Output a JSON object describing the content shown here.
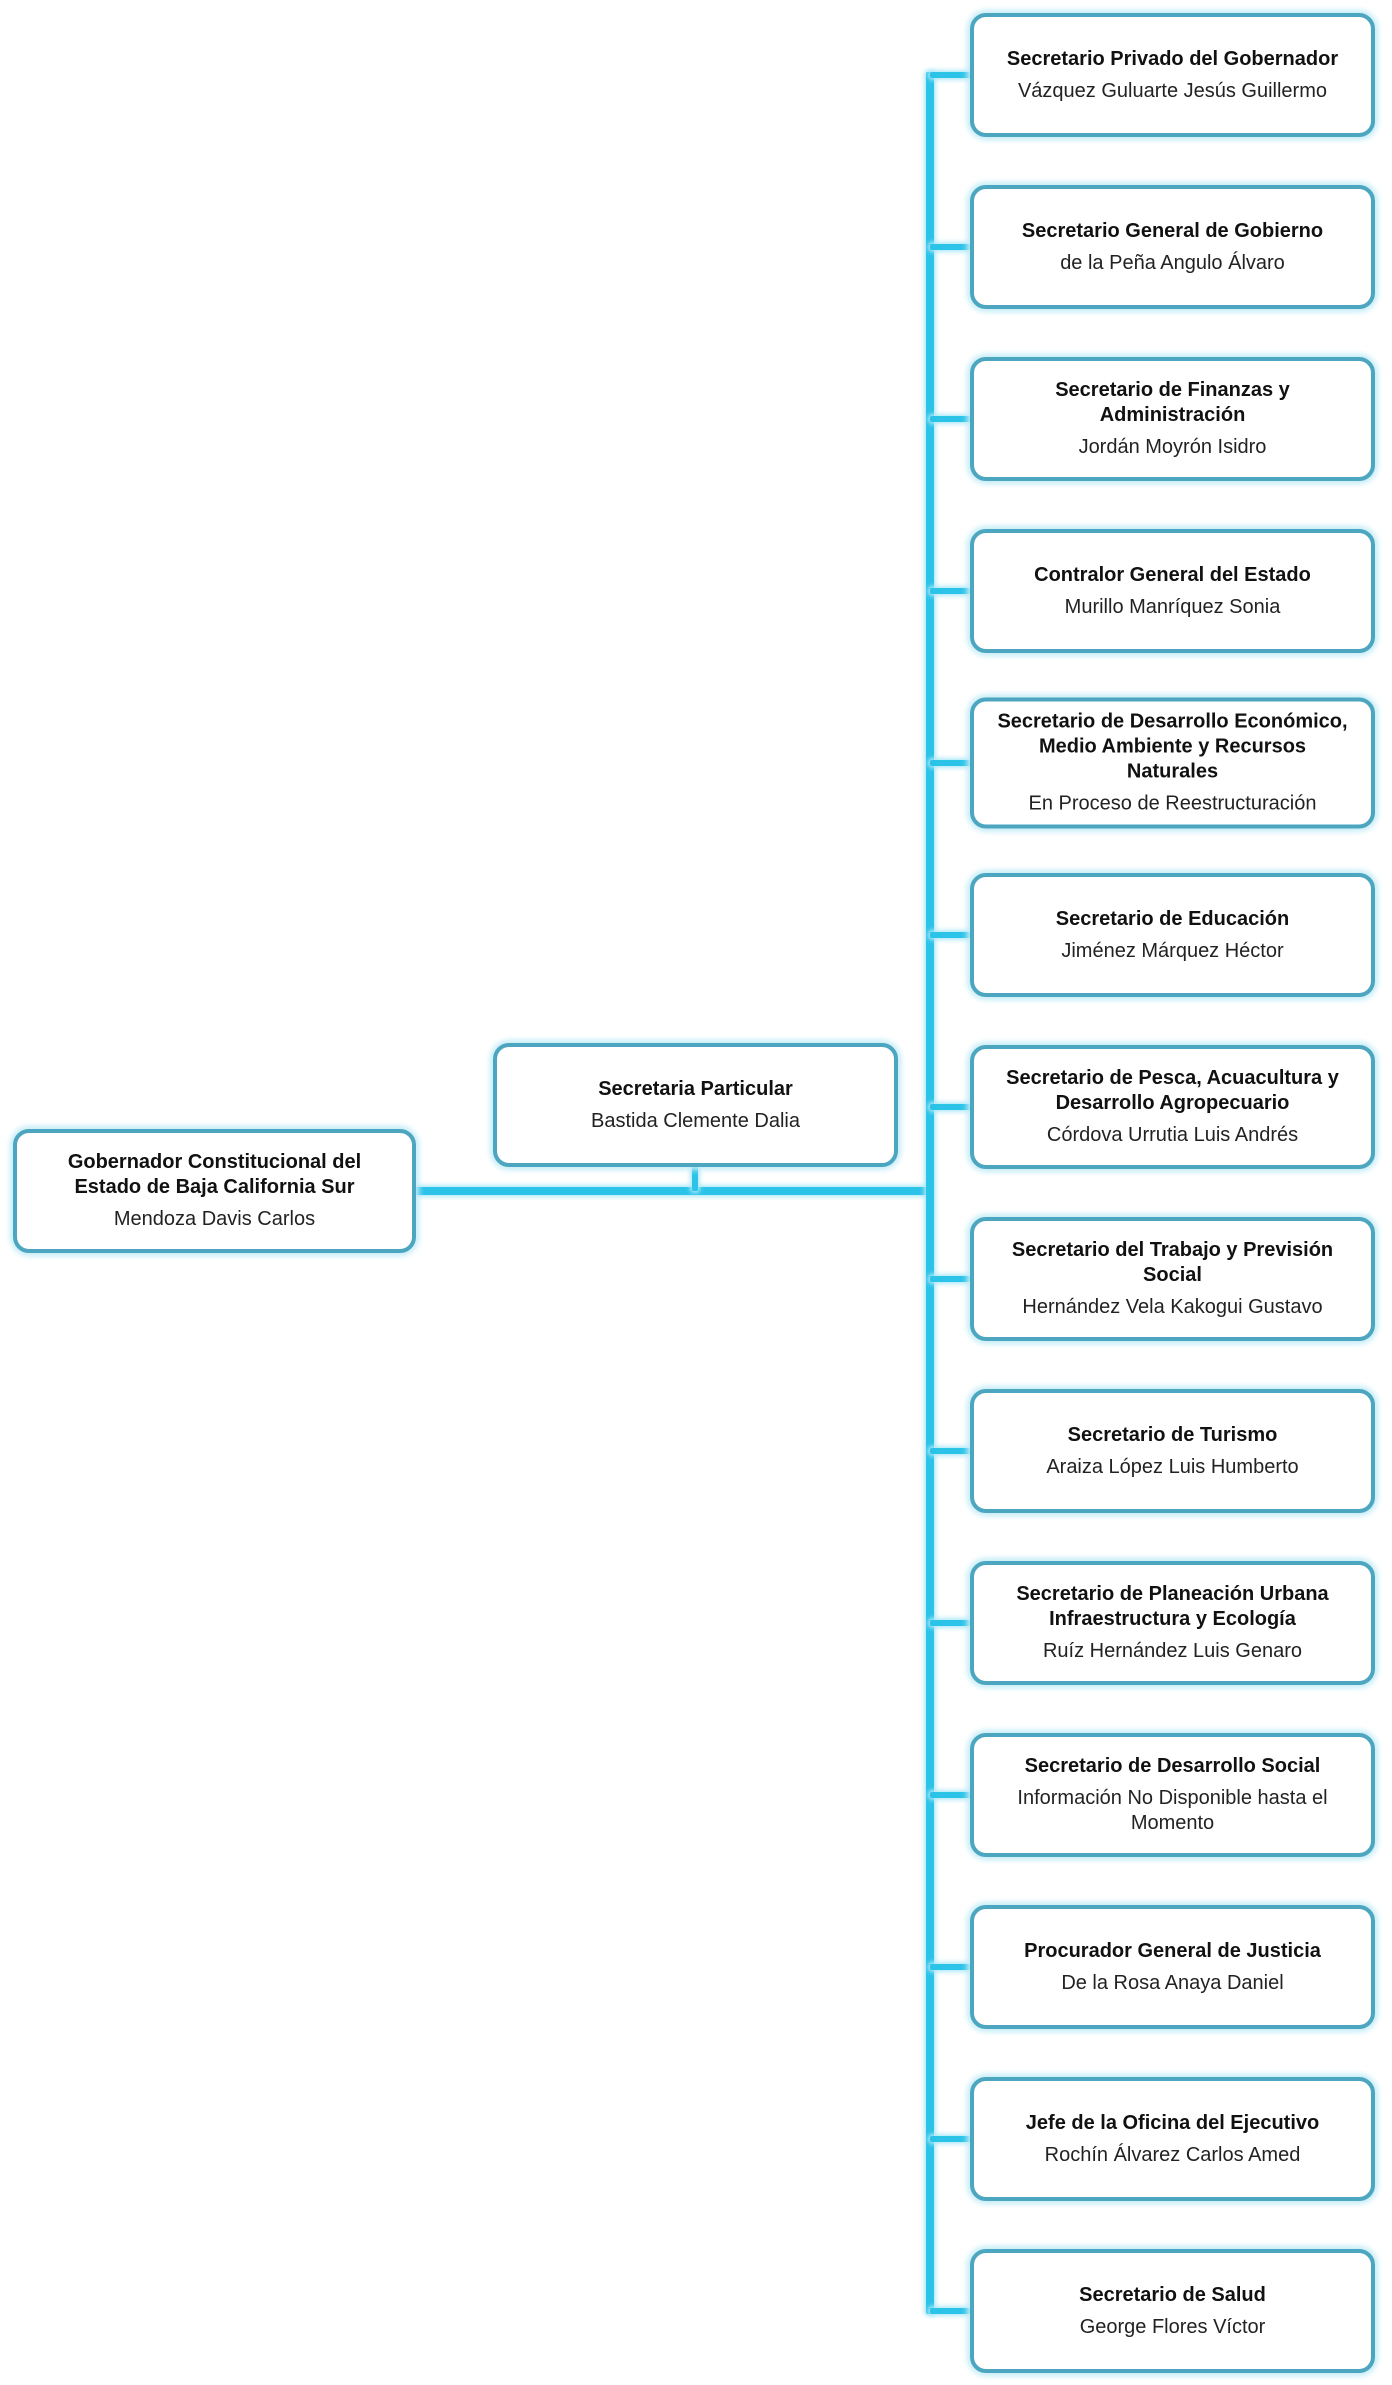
{
  "accent": {
    "connector_color": "#2cc3e9",
    "connector_glow": "#b0e9f8",
    "box_border_color": "#4da6c0",
    "box_glow": "#c3ecf7",
    "title_text_color": "#111111",
    "name_text_color": "#222222"
  },
  "org": {
    "root": {
      "title": "Gobernador Constitucional del Estado de Baja California Sur",
      "name": "Mendoza Davis Carlos"
    },
    "assistant": {
      "title": "Secretaria Particular",
      "name": "Bastida Clemente Dalia"
    },
    "children": [
      {
        "title": "Secretario Privado del Gobernador",
        "name": "Vázquez Guluarte Jesús Guillermo"
      },
      {
        "title": "Secretario General de Gobierno",
        "name": "de la Peña Angulo Álvaro"
      },
      {
        "title": "Secretario de Finanzas y Administración",
        "name": "Jordán Moyrón Isidro"
      },
      {
        "title": "Contralor General del Estado",
        "name": "Murillo Manríquez Sonia"
      },
      {
        "title": "Secretario de Desarrollo Económico, Medio Ambiente  y Recursos Naturales",
        "name": "En Proceso de Reestructuración"
      },
      {
        "title": "Secretario de Educación",
        "name": "Jiménez Márquez Héctor"
      },
      {
        "title": "Secretario de Pesca, Acuacultura y Desarrollo Agropecuario",
        "name": "Córdova Urrutia Luis Andrés"
      },
      {
        "title": "Secretario del Trabajo y Previsión Social",
        "name": "Hernández Vela Kakogui Gustavo"
      },
      {
        "title": "Secretario de Turismo",
        "name": "Araiza López Luis Humberto"
      },
      {
        "title": "Secretario de Planeación Urbana Infraestructura y Ecología",
        "name": "Ruíz Hernández Luis Genaro"
      },
      {
        "title": "Secretario de Desarrollo Social",
        "name": "Información No Disponible hasta el Momento"
      },
      {
        "title": "Procurador General de Justicia",
        "name": "De la Rosa Anaya Daniel"
      },
      {
        "title": "Jefe de la Oficina del Ejecutivo",
        "name": "Rochín Álvarez Carlos Amed"
      },
      {
        "title": "Secretario de Salud",
        "name": "George Flores Víctor"
      }
    ]
  }
}
